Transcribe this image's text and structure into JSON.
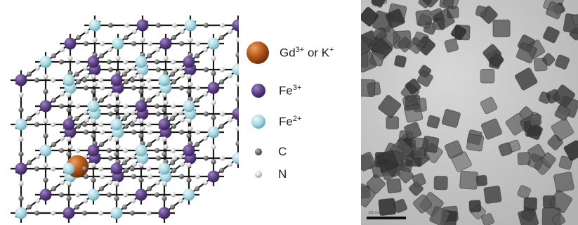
{
  "colors": {
    "gd_k": "#b3581a",
    "fe3": "#5c3f86",
    "fe2": "#a9d9e2",
    "c": "#6d6d6d",
    "n": "#d2d2d2",
    "bond": "#1a1a1a",
    "tem_bg": "#c9c9c9",
    "particle": "#4a4a4a"
  },
  "legend": [
    {
      "key": "gd_k",
      "label": "Gd",
      "sup": "3+",
      "suffix": " or K",
      "suffix_sup": "+",
      "icon": "large-orange-sphere"
    },
    {
      "key": "fe3",
      "label": "Fe",
      "sup": "3+",
      "suffix": "",
      "suffix_sup": "",
      "icon": "purple-sphere"
    },
    {
      "key": "fe2",
      "label": "Fe",
      "sup": "2+",
      "suffix": "",
      "suffix_sup": "",
      "icon": "light-blue-sphere"
    },
    {
      "key": "c",
      "label": "C",
      "sup": "",
      "suffix": "",
      "suffix_sup": "",
      "icon": "small-gray-sphere"
    },
    {
      "key": "n",
      "label": "N",
      "sup": "",
      "suffix": "",
      "suffix_sup": "",
      "icon": "small-white-sphere"
    }
  ],
  "tem": {
    "scale_label": "100 nm"
  }
}
